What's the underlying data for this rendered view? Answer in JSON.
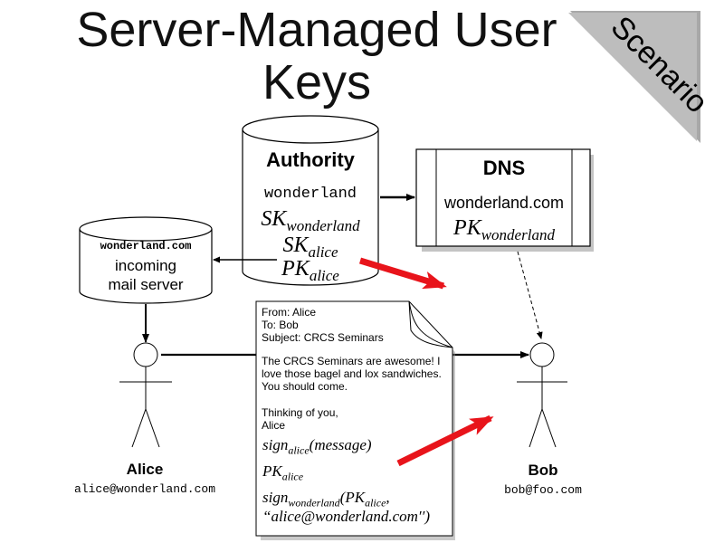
{
  "slide": {
    "title_line1": "Server-Managed User",
    "title_line2": "Keys",
    "corner_label": "Scenario"
  },
  "authority": {
    "heading": "Authority",
    "domain": "wonderland",
    "sk_domain": {
      "base": "SK",
      "sub": "wonderland"
    },
    "sk_alice": {
      "base": "SK",
      "sub": "alice"
    },
    "pk_alice": {
      "base": "PK",
      "sub": "alice"
    }
  },
  "dns": {
    "heading": "DNS",
    "domain": "wonderland.com",
    "pk": {
      "base": "PK",
      "sub": "wonderland"
    }
  },
  "mail_server": {
    "domain": "wonderland.com",
    "line1": "incoming",
    "line2": "mail server"
  },
  "alice": {
    "name": "Alice",
    "email": "alice@wonderland.com"
  },
  "bob": {
    "name": "Bob",
    "email": "bob@foo.com"
  },
  "message": {
    "from": "From: Alice",
    "to": "To: Bob",
    "subject": "Subject: CRCS Seminars",
    "body1": "The CRCS Seminars are awesome! I",
    "body2": "love those bagel and lox sandwiches.",
    "body3": "You should come.",
    "sign1": "Thinking of you,",
    "sign2": "Alice",
    "sig_line": {
      "fn": "sign",
      "sub": "alice",
      "arg": "(message)"
    },
    "pk_line": {
      "base": "PK",
      "sub": "alice"
    },
    "sig_domain": {
      "fn": "sign",
      "sub": "wonderland",
      "open": "(",
      "pk": "PK",
      "pk_sub": "alice",
      "comma": ","
    },
    "sig_domain_arg": "“alice@wonderland.com′′)"
  },
  "colors": {
    "arrow_red": "#e8141b",
    "corner": "#a8a8a8",
    "ink": "#000000"
  }
}
